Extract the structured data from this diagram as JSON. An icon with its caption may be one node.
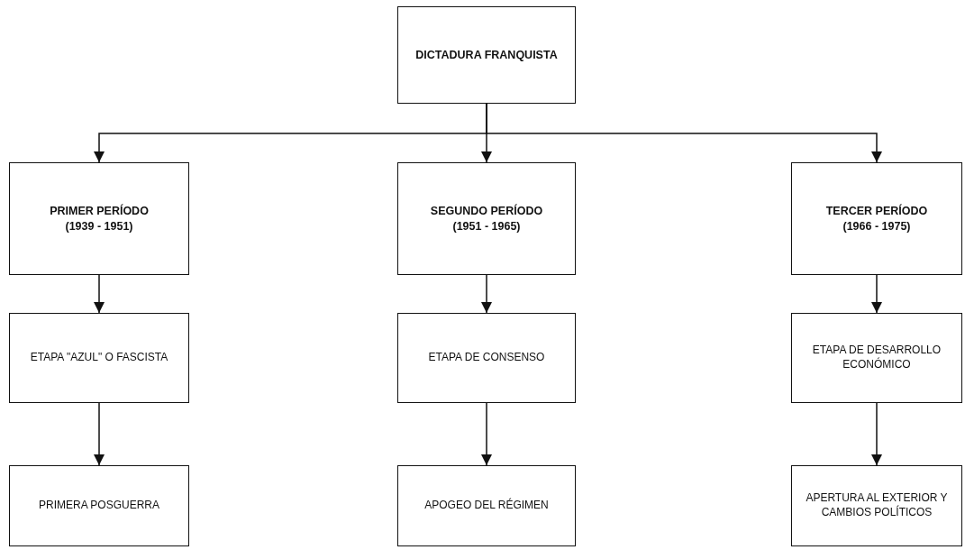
{
  "diagram": {
    "nodes": [
      {
        "text": [
          "DICTADURA FRANQUISTA"
        ]
      },
      {
        "text": [
          "PRIMER PERÍODO",
          "(1939 - 1951)"
        ]
      },
      {
        "text": [
          "SEGUNDO PERÍODO",
          "(1951 - 1965)"
        ]
      },
      {
        "text": [
          "TERCER PERÍODO",
          "(1966 - 1975)"
        ]
      },
      {
        "text": [
          "ETAPA \"AZUL\" O FASCISTA"
        ]
      },
      {
        "text": [
          "ETAPA DE CONSENSO"
        ]
      },
      {
        "text": [
          "ETAPA DE DESARROLLO ECONÓMICO"
        ]
      },
      {
        "text": [
          "PRIMERA POSGUERRA"
        ]
      },
      {
        "text": [
          "APOGEO DEL RÉGIMEN"
        ]
      },
      {
        "text": [
          "APERTURA AL EXTERIOR Y CAMBIOS POLÍTICOS"
        ]
      }
    ],
    "edges": [
      {
        "from": 0,
        "to": 1,
        "arrow": "to"
      },
      {
        "from": 0,
        "to": 2,
        "arrow": "to"
      },
      {
        "from": 0,
        "to": 3,
        "arrow": "to"
      },
      {
        "from": 1,
        "to": 4,
        "arrow": "to"
      },
      {
        "from": 2,
        "to": 5,
        "arrow": "to"
      },
      {
        "from": 3,
        "to": 6,
        "arrow": "to"
      },
      {
        "from": 4,
        "to": 7,
        "arrow": "to"
      },
      {
        "from": 5,
        "to": 8,
        "arrow": "to"
      },
      {
        "from": 6,
        "to": 9,
        "arrow": "to"
      }
    ]
  }
}
